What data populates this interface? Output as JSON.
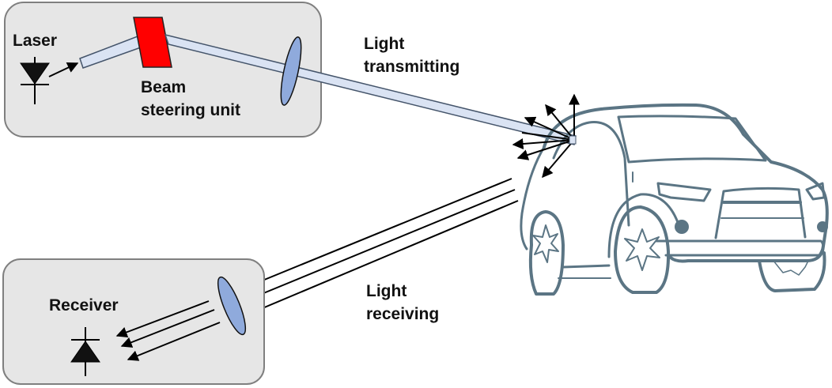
{
  "title": "LiDAR operating principle",
  "colors": {
    "box_fill": "#e6e6e6",
    "box_stroke": "#7f7f7f",
    "beam_fill": "#dae3f3",
    "beam_stroke": "#44546a",
    "lens_fill": "#8faadc",
    "steering_unit_fill": "#ff0000",
    "car_stroke": "#5b7584",
    "arrow": "#000000"
  },
  "transmitter": {
    "laser_label": "Laser",
    "steering_label_line1": "Beam",
    "steering_label_line2": "steering unit"
  },
  "receiver": {
    "label": "Receiver"
  },
  "transmit_label": {
    "line1": "Light",
    "line2": "transmitting"
  },
  "receive_label": {
    "line1": "Light",
    "line2": "receiving"
  },
  "scatter_rays": 7,
  "return_rays": 3
}
